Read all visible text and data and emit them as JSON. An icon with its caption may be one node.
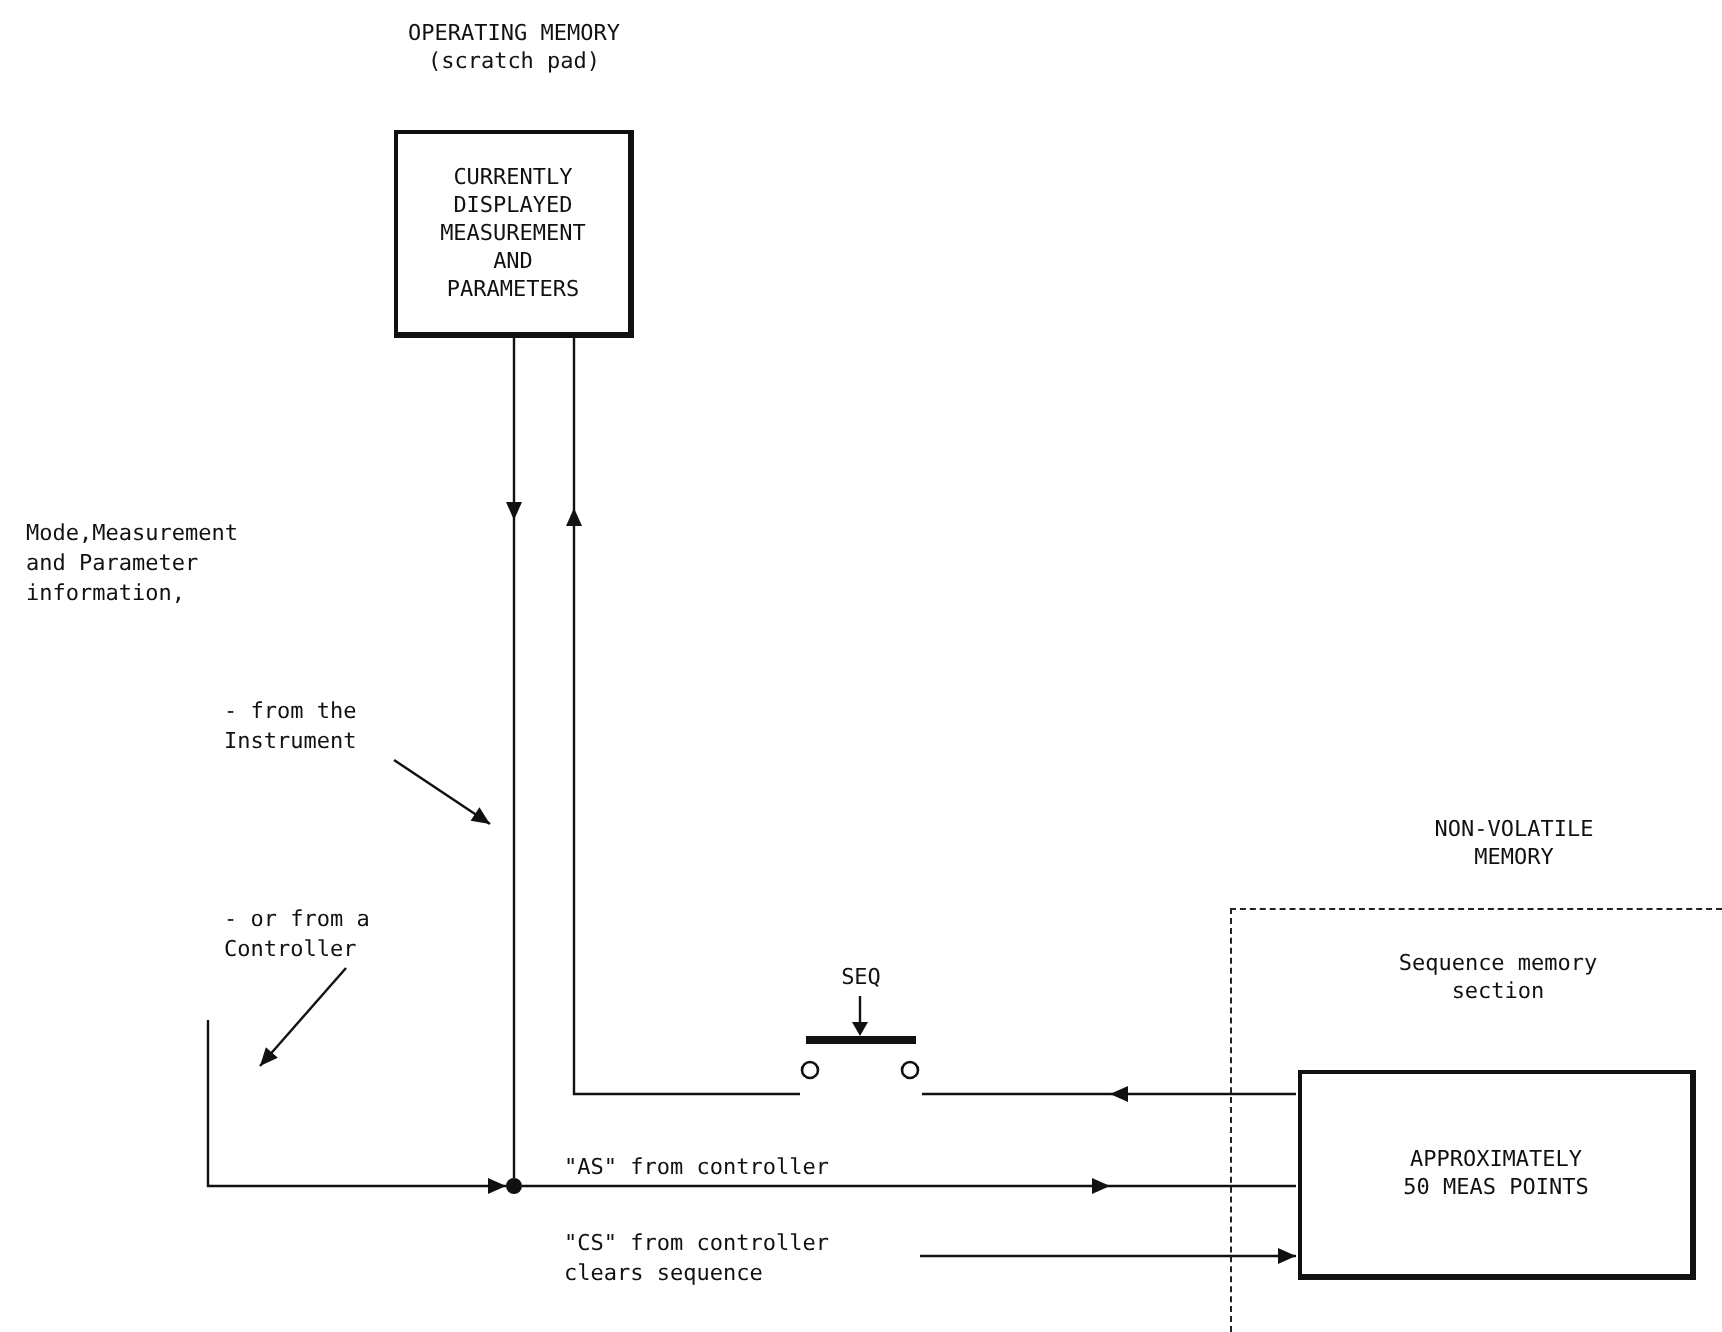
{
  "diagram": {
    "nodes": [
      {
        "text": [
          "OPERATING MEMORY (scratch pad)",
          "CURRENTLY DISPLAYED MEASUREMENT AND PARAMETERS"
        ]
      },
      {
        "text": [
          "NON-VOLATILE MEMORY",
          "Sequence memory section"
        ]
      },
      {
        "text": [
          "APPROXIMATELY 50 MEAS POINTS"
        ],
        "in": 1
      },
      {
        "text": [
          "SEQ"
        ]
      },
      {
        "text": [],
        "shape": "circle"
      },
      {
        "text": [
          "- from the Instrument"
        ]
      },
      {
        "text": [
          "- or from a Controller"
        ]
      }
    ],
    "edges": [
      {
        "from": 0,
        "to": 4,
        "arrow": "to"
      },
      {
        "from": 3,
        "to": 0,
        "arrow": "to"
      },
      {
        "from": 2,
        "to": 3,
        "arrow": "to"
      },
      {
        "from": 4,
        "to": 2,
        "arrow": "to",
        "label": "\"AS\" from controller"
      },
      {
        "from": null,
        "to": 2,
        "arrow": "to",
        "label": "\"CS\" from controller clears sequence"
      },
      {
        "from": null,
        "to": 4,
        "arrow": "to"
      },
      {
        "from": 5,
        "to": null,
        "arrow": "to"
      },
      {
        "from": 6,
        "to": null,
        "arrow": "to"
      }
    ],
    "labels": [
      "Mode,Measurement and Parameter information,"
    ]
  }
}
